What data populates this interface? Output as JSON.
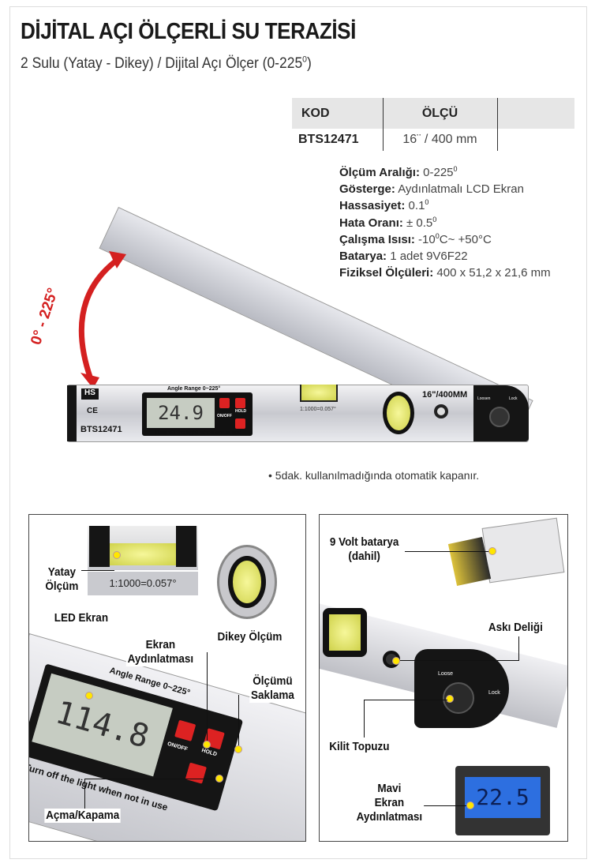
{
  "header": {
    "title": "DİJİTAL AÇI ÖLÇERLİ SU TERAZİSİ",
    "subtitle": "2 Sulu (Yatay - Dikey) / Dijital Açı Ölçer (0-225",
    "subtitle_sup": "0",
    "subtitle_end": ")"
  },
  "table": {
    "headers": [
      "KOD",
      "ÖLÇÜ",
      ""
    ],
    "rows": [
      [
        "BTS12471",
        "16¨ / 400 mm",
        ""
      ]
    ]
  },
  "specs": [
    {
      "label": "Ölçüm Aralığı:",
      "value": " 0-225",
      "sup": "0",
      "after": ""
    },
    {
      "label": "Gösterge:",
      "value": " Aydınlatmalı LCD Ekran",
      "sup": "",
      "after": ""
    },
    {
      "label": "Hassasiyet:",
      "value": " 0.1",
      "sup": "0",
      "after": ""
    },
    {
      "label": "Hata Oranı:",
      "value": " ± 0.5",
      "sup": "0",
      "after": ""
    },
    {
      "label": "Çalışma Isısı:",
      "value": " -10",
      "sup": "0",
      "after": "C~ +50°C"
    },
    {
      "label": "Batarya:",
      "value": " 1 adet 9V6F22",
      "sup": "",
      "after": ""
    },
    {
      "label": "Fiziksel Ölçüleri:",
      "value": " 400 x 51,2 x 21,6 mm",
      "sup": "",
      "after": ""
    }
  ],
  "product": {
    "angle_arrow": "0° - 225°",
    "angle_range": "Angle Range 0~225°",
    "lcd_value": "24.9",
    "hold": "HOLD",
    "onoff": "ON/OFF",
    "vial_text": "1:1000=0.057°",
    "size": "16\"/400MM",
    "model": "BTS12471",
    "footer": "Turn off the light when not in use",
    "loosen": "Loosen",
    "lock": "Lock",
    "logo": "HS",
    "ce": "CE"
  },
  "note": "5dak. kullanılmadığında otomatik kapanır.",
  "detail_left": {
    "yatay": "Yatay\nÖlçüm",
    "vial_text": "1:1000=0.057°",
    "dikey": "Dikey Ölçüm",
    "led": "LED Ekran",
    "ekran": "Ekran\nAydınlatması",
    "olcumu": "Ölçümü\nSaklama",
    "acma": "Açma/Kapama",
    "lcd_value": "114.8",
    "angle_range": "Angle Range 0~225°",
    "footer": "Turn off the light when not in use",
    "onoff": "ON/OFF",
    "hold": "HOLD"
  },
  "detail_right": {
    "batarya": "9 Volt batarya\n(dahil)",
    "aski": "Askı Deliği",
    "kilit": "Kilit Topuzu",
    "mavi": "Mavi\nEkran\nAydınlatması",
    "lcd_value": "22.5",
    "loose": "Loose",
    "lock": "Lock"
  },
  "colors": {
    "accent_red": "#d42020",
    "yellow_dot": "#ffe600",
    "lcd_blue": "#2d6fe0"
  }
}
